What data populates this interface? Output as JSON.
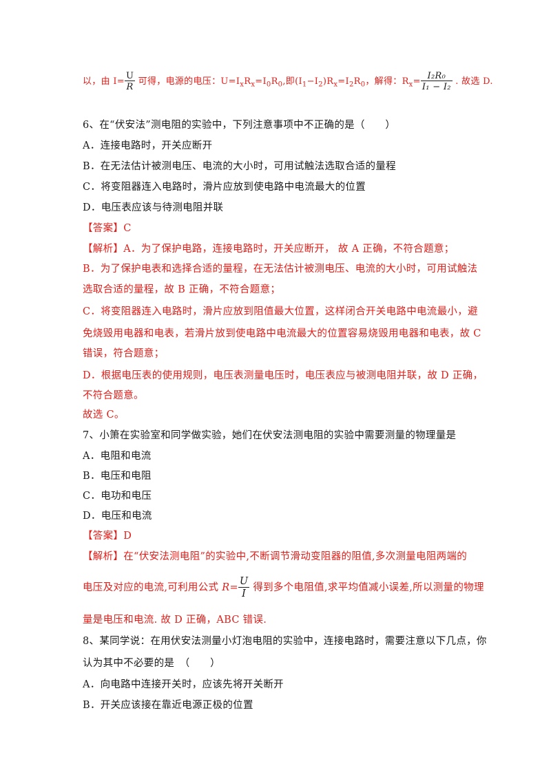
{
  "top": {
    "t1": "以，由 I=",
    "frac1_num": "U",
    "frac1_den": "R",
    "t2": " 可得，电源的电压：U=I",
    "t3": "R",
    "t4": "=I",
    "t5": "R",
    "t6": ",即(I",
    "t7": "−I",
    "t8": ")R",
    "t9": "=I",
    "t10": "R",
    "t11": "，解得：R",
    "t12": "=",
    "frac2_num": "I₂R₀",
    "frac2_den": "I₁ − I₂",
    "t13": " . 故选 D."
  },
  "q6": {
    "stem": "6、在“伏安法”测电阻的实验中，下列注意事项中不正确的是（　　）",
    "options": [
      "A．连接电路时，开关应断开",
      "B．在无法估计被测电压、电流的大小时，可用试触法选取合适的量程",
      "C．将变阻器连入电路时，滑片应放到使电路中电流最大的位置",
      "D．电压表应该与待测电阻并联"
    ],
    "answer_tag": "【答案】",
    "answer": "C",
    "analysis_tag": "【解析】",
    "analysis_lines": [
      "A．为了保护电路，连接电路时，开关应断开，  故 A 正确，不符合题意；",
      "B．为了保护电表和选择合适的量程，在无法估计被测电压、电流的大小时，可用试触法",
      "选取合适的量程，故 B 正确，不符合题意；",
      "C．将变阻器连入电路时，滑片应放到阻值最大位置，这样闭合开关电路中电流最小，避",
      "免烧毁用电器和电表，若滑片放到使电路中电流最大的位置容易烧毁用电器和电表，故 C",
      "错误，符合题意；",
      "D．根据电压表的使用规则，电压表测量电压时，电压表应与被测电阻并联，故 D 正确，",
      "不符合题意。",
      "故选 C。"
    ]
  },
  "q7": {
    "stem": "7、小箫在实验室和同学做实验，她们在伏安法测电阻的实验中需要测量的物理量是",
    "options": [
      "A．电阻和电流",
      "B．电压和电阻",
      "C．电功和电压",
      "D．电压和电流"
    ],
    "answer_tag": "【答案】",
    "answer": "D",
    "analysis_tag": "【解析】",
    "analysis_line1": "在“伏安法测电阻”的实验中,不断调节滑动变阻器的阻值,多次测量电阻两端的",
    "analysis_line2a": "电压及对应的电流,可利用公式 ",
    "analysis_line2_R": "R",
    "analysis_line2_eq": "=",
    "frac_num": "U",
    "frac_den": "I",
    "analysis_line2b": " 得到多个电阻值,求平均值减小误差,所以测量的物理",
    "analysis_line3": "量是电压和电流. 故 D 正确，ABC 错误."
  },
  "q8": {
    "stem_line1": "8、某同学说：在用伏安法测量小灯泡电阻的实验中，连接电路时，需要注意以下几点，你",
    "stem_line2": "认为其中不必要的是　（　　）",
    "options": [
      "A．向电路中连接开关时，应该先将开关断开",
      "B．开关应该接在靠近电源正极的位置"
    ]
  },
  "colors": {
    "answer_red": "#e0201b",
    "text_black": "#1a1a1a"
  }
}
